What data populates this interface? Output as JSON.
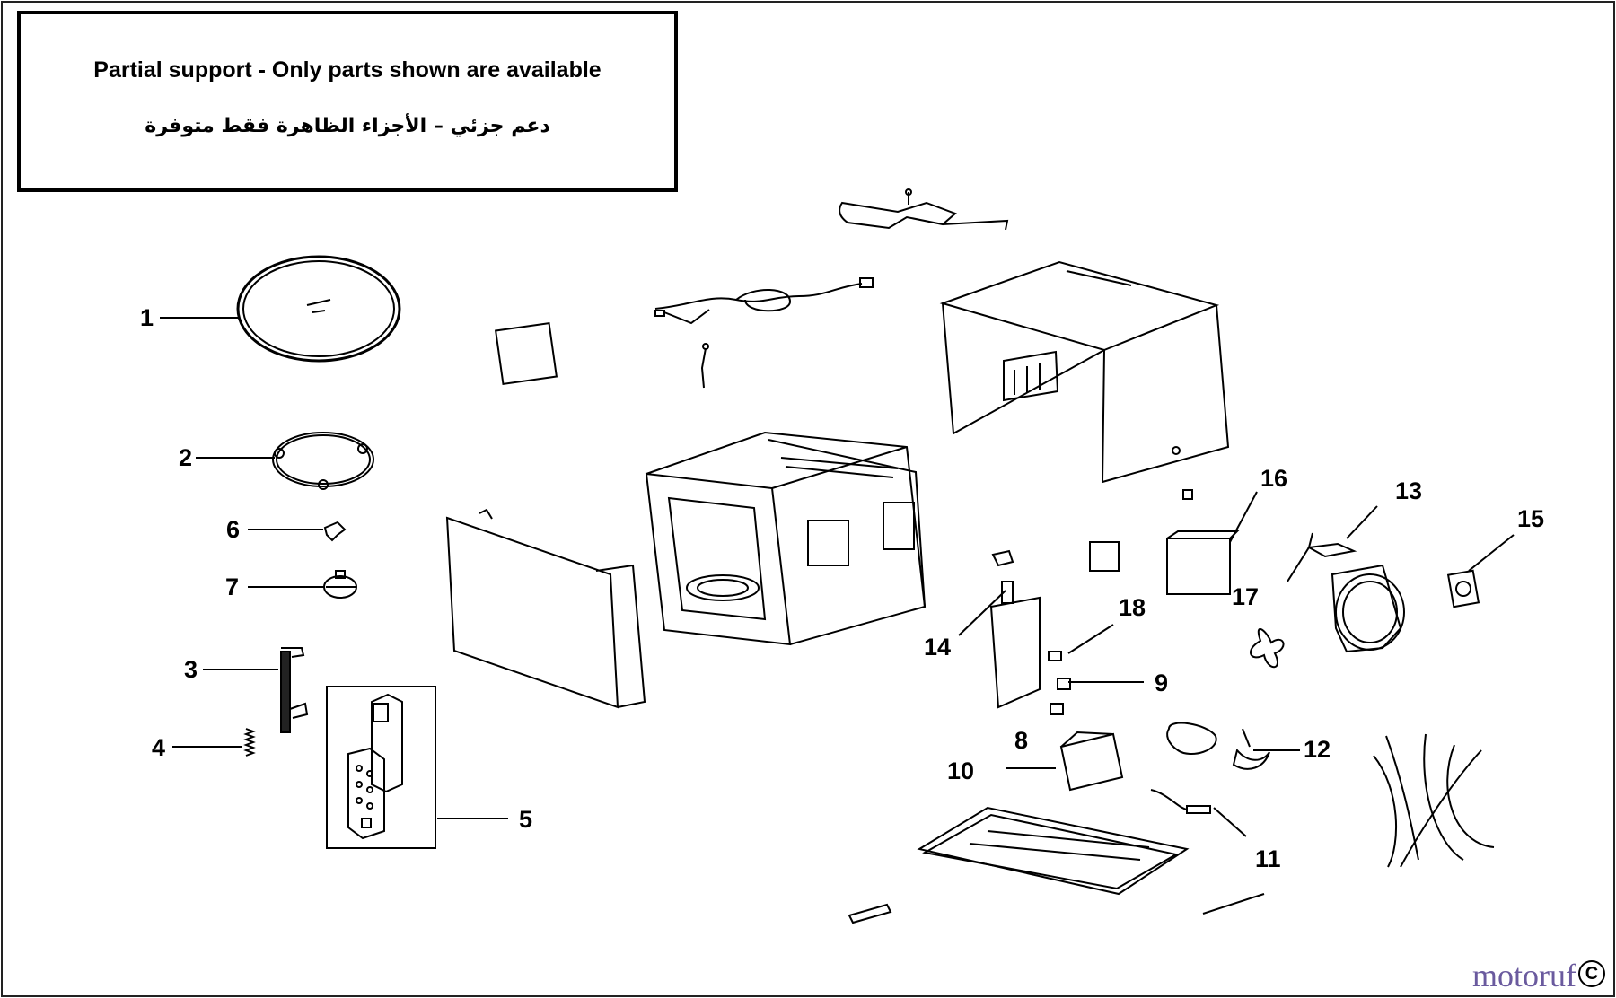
{
  "notice": {
    "english": "Partial support - Only parts shown are available",
    "arabic": "دعم جزئي – الأجزاء الظاهرة فقط متوفرة"
  },
  "callouts": [
    "1",
    "2",
    "6",
    "7",
    "3",
    "4",
    "5",
    "14",
    "18",
    "9",
    "8",
    "10",
    "16",
    "17",
    "13",
    "15",
    "12",
    "11"
  ],
  "watermark": {
    "brand": "motoruf",
    "symbol": "C"
  },
  "colors": {
    "line": "#000000",
    "watermark": "#6a5a9e"
  }
}
